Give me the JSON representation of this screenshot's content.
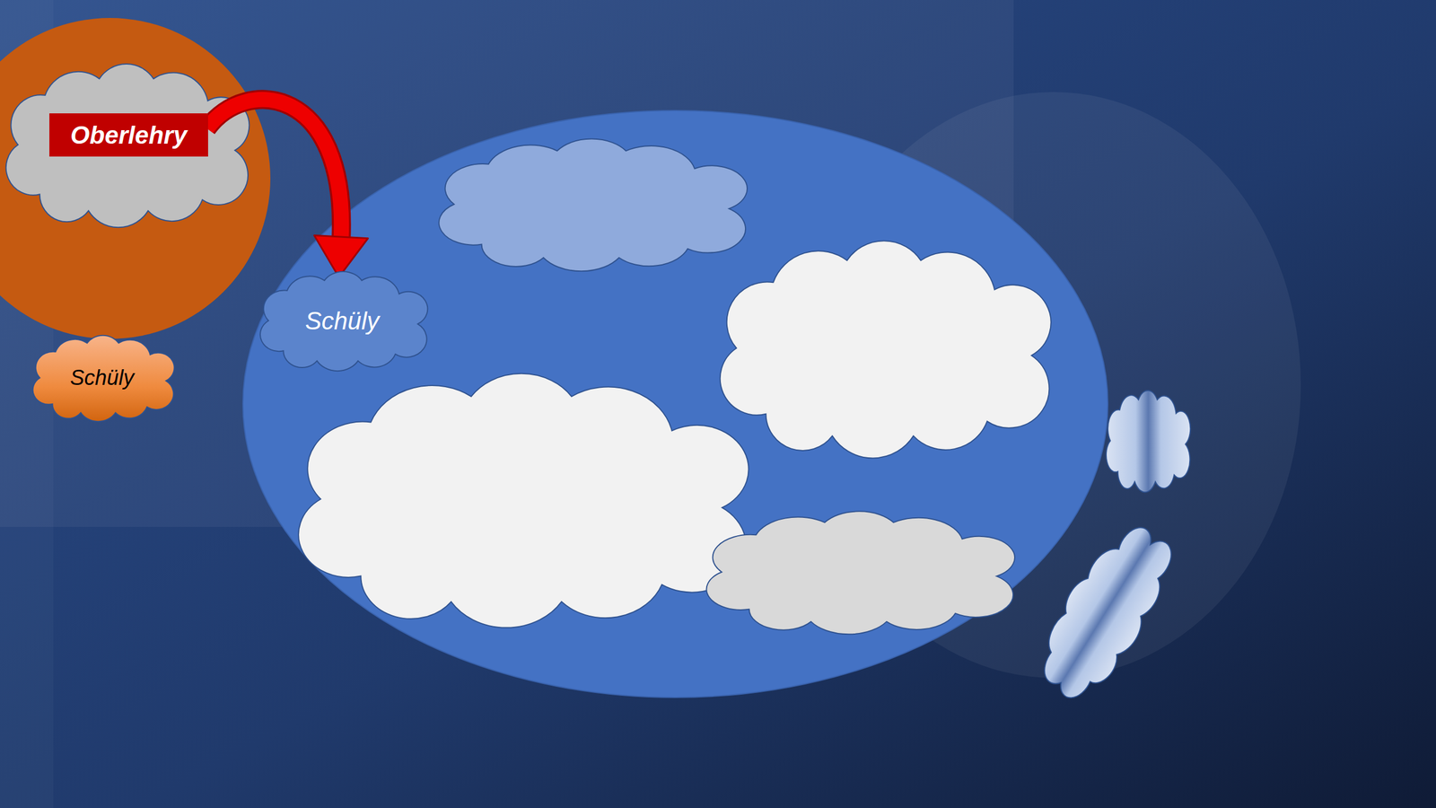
{
  "diagram": {
    "nodes": [
      {
        "text": [
          "Oberlehry"
        ]
      },
      {
        "text": [
          "Schüly"
        ]
      },
      {
        "text": [
          "Schüly"
        ]
      }
    ],
    "edges": [
      {
        "from": 0,
        "to": 1,
        "arrow": "to"
      }
    ]
  }
}
